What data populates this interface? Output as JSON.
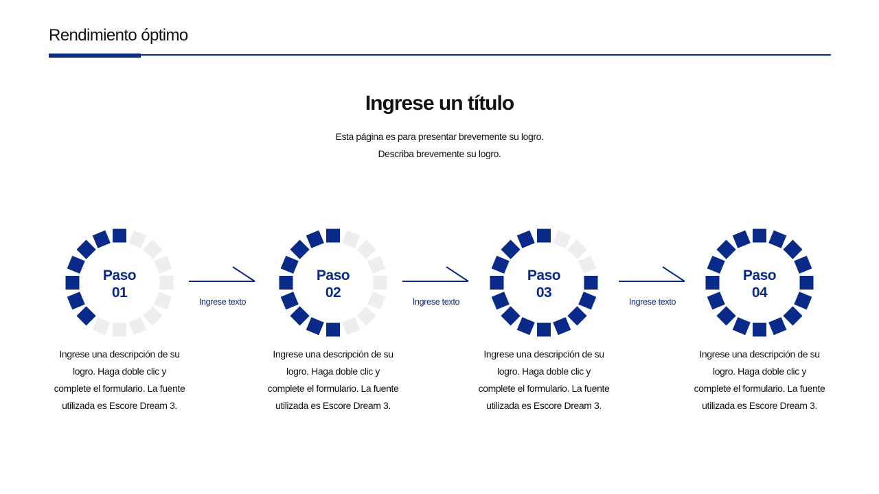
{
  "header": {
    "title": "Rendimiento óptimo"
  },
  "main": {
    "title": "Ingrese un título",
    "subtitle_lines": [
      "Esta página es para presentar brevemente su logro.",
      "Describa brevemente su logro."
    ]
  },
  "colors": {
    "accent": "#0a2a8a",
    "inactive_segment": "#eeeef0",
    "text": "#111111"
  },
  "steps": [
    {
      "word": "Paso",
      "number": "01",
      "filled_segments": 7,
      "total_segments": 16,
      "description": "Ingrese una descripción de su logro. Haga doble clic y complete el formulario. La fuente utilizada es Escore Dream 3.",
      "description_lines": [
        "Ingrese una descripción de su",
        "logro. Haga doble clic y",
        "complete el formulario. La fuente",
        "utilizada es Escore Dream 3."
      ]
    },
    {
      "word": "Paso",
      "number": "02",
      "filled_segments": 9,
      "total_segments": 16,
      "description": "Ingrese una descripción de su logro. Haga doble clic y complete el formulario. La fuente utilizada es Escore Dream 3.",
      "description_lines": [
        "Ingrese una descripción de su",
        "logro. Haga doble clic y",
        "complete el formulario. La fuente",
        "utilizada es Escore Dream 3."
      ]
    },
    {
      "word": "Paso",
      "number": "03",
      "filled_segments": 13,
      "total_segments": 16,
      "description": "Ingrese una descripción de su logro. Haga doble clic y complete el formulario. La fuente utilizada es Escore Dream 3.",
      "description_lines": [
        "Ingrese una descripción de su",
        "logro. Haga doble clic y",
        "complete el formulario. La fuente",
        "utilizada es Escore Dream 3."
      ]
    },
    {
      "word": "Paso",
      "number": "04",
      "filled_segments": 16,
      "total_segments": 16,
      "description": "Ingrese una descripción de su logro. Haga doble clic y complete el formulario. La fuente utilizada es Escore Dream 3.",
      "description_lines": [
        "Ingrese una descripción de su",
        "logro. Haga doble clic y",
        "complete el formulario. La fuente",
        "utilizada es Escore Dream 3."
      ]
    }
  ],
  "connectors": [
    {
      "label": "Ingrese texto",
      "icon": "arrow-right-icon"
    },
    {
      "label": "Ingrese texto",
      "icon": "arrow-right-icon"
    },
    {
      "label": "Ingrese texto",
      "icon": "arrow-right-icon"
    }
  ]
}
